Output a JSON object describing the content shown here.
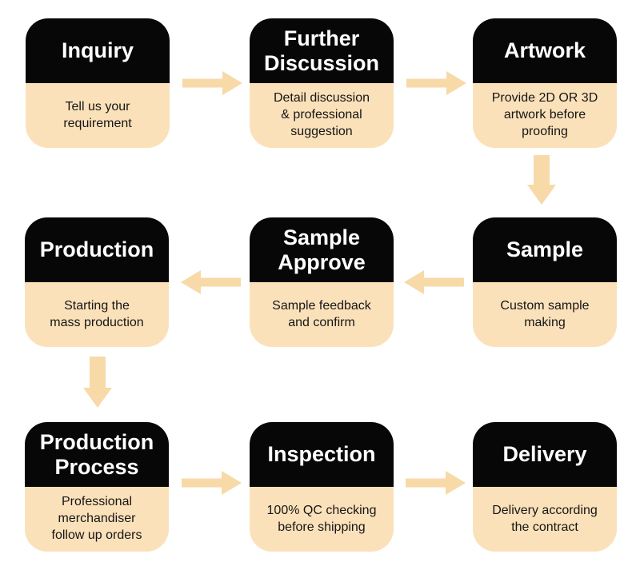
{
  "theme": {
    "page_bg": "#ffffff",
    "header_bg": "#070707",
    "header_text": "#ffffff",
    "body_bg": "#fbe1ba",
    "body_text": "#161616",
    "arrow": "#f8d9a8"
  },
  "flow": {
    "steps": [
      {
        "title": "Inquiry",
        "description": "Tell us your\nrequirement"
      },
      {
        "title": "Further\nDiscussion",
        "description": "Detail discussion\n& professional\nsuggestion"
      },
      {
        "title": "Artwork",
        "description": "Provide 2D OR 3D\nartwork before\nproofing"
      },
      {
        "title": "Production",
        "description": "Starting the\nmass production"
      },
      {
        "title": "Sample\nApprove",
        "description": "Sample feedback\nand confirm"
      },
      {
        "title": "Sample",
        "description": "Custom sample\nmaking"
      },
      {
        "title": "Production\nProcess",
        "description": "Professional\nmerchandiser\nfollow up orders"
      },
      {
        "title": "Inspection",
        "description": "100% QC checking\nbefore shipping"
      },
      {
        "title": "Delivery",
        "description": "Delivery according\nthe contract"
      }
    ],
    "sequence": [
      "Inquiry",
      "Further Discussion",
      "Artwork",
      "Sample",
      "Sample Approve",
      "Production",
      "Production Process",
      "Inspection",
      "Delivery"
    ],
    "arrows": [
      {
        "from": "Inquiry",
        "to": "Further Discussion",
        "direction": "right"
      },
      {
        "from": "Further Discussion",
        "to": "Artwork",
        "direction": "right"
      },
      {
        "from": "Artwork",
        "to": "Sample",
        "direction": "down"
      },
      {
        "from": "Sample",
        "to": "Sample Approve",
        "direction": "left"
      },
      {
        "from": "Sample Approve",
        "to": "Production",
        "direction": "left"
      },
      {
        "from": "Production",
        "to": "Production Process",
        "direction": "down"
      },
      {
        "from": "Production Process",
        "to": "Inspection",
        "direction": "right"
      },
      {
        "from": "Inspection",
        "to": "Delivery",
        "direction": "right"
      }
    ]
  }
}
